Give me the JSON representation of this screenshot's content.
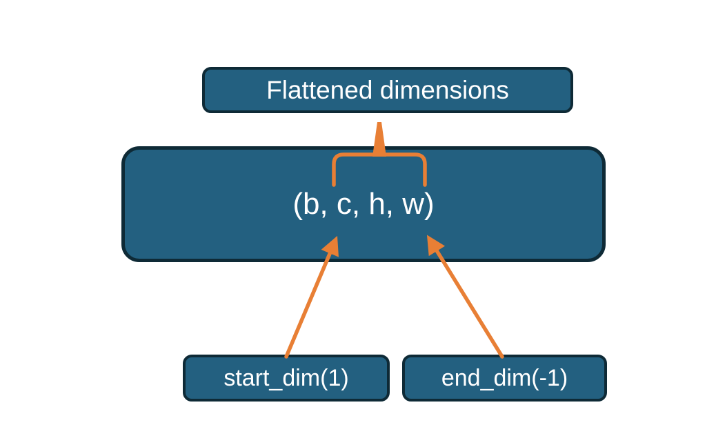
{
  "diagram": {
    "title_box": {
      "label": "Flattened dimensions"
    },
    "main_box": {
      "label": "(b, c, h, w)"
    },
    "bottom_boxes": [
      {
        "label": "start_dim(1)"
      },
      {
        "label": "end_dim(-1)"
      }
    ],
    "colors": {
      "box_fill": "#236080",
      "box_border": "#0e2a36",
      "arrow": "#e87f35",
      "text": "#ffffff",
      "background": "#ffffff"
    }
  }
}
